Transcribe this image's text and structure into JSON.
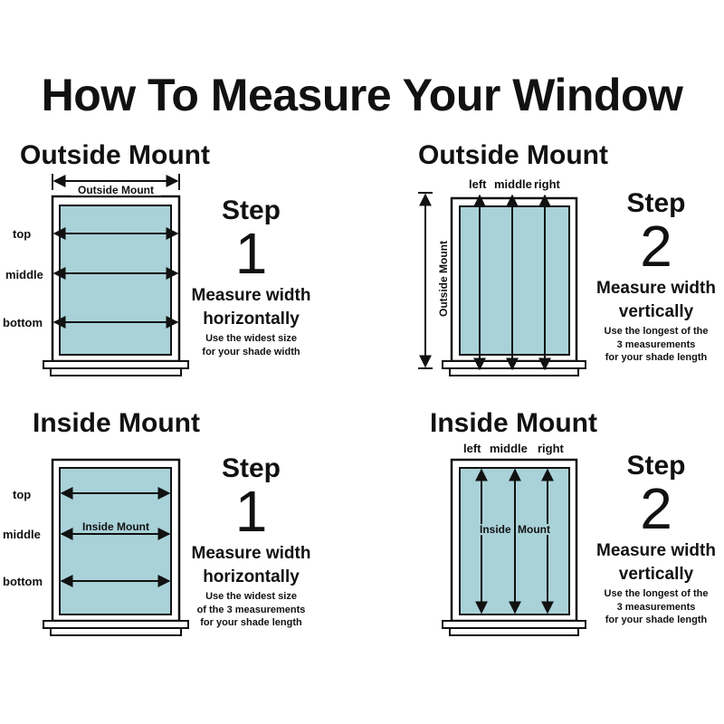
{
  "title": "How To Measure Your Window",
  "colors": {
    "glass": "#a9d2d8",
    "stroke": "#111111"
  },
  "panels": {
    "outside_step1": {
      "heading": "Outside Mount",
      "top_label": "Outside Mount",
      "row_labels": [
        "top",
        "middle",
        "bottom"
      ],
      "step_word": "Step",
      "step_number": "1",
      "instruction_lines": [
        "Measure width",
        "horizontally"
      ],
      "note_lines": [
        "Use the widest size",
        "for your shade width"
      ]
    },
    "outside_step2": {
      "heading": "Outside Mount",
      "column_labels": [
        "left",
        "middle",
        "right"
      ],
      "side_label": "Outside Mount",
      "step_word": "Step",
      "step_number": "2",
      "instruction_lines": [
        "Measure width",
        "vertically"
      ],
      "note_lines": [
        "Use the longest of the",
        "3 measurements",
        "for your shade length"
      ]
    },
    "inside_step1": {
      "heading": "Inside Mount",
      "center_label": "Inside Mount",
      "row_labels": [
        "top",
        "middle",
        "bottom"
      ],
      "step_word": "Step",
      "step_number": "1",
      "instruction_lines": [
        "Measure width",
        "horizontally"
      ],
      "note_lines": [
        "Use the widest size",
        "of the 3 measurements",
        "for your shade length"
      ]
    },
    "inside_step2": {
      "heading": "Inside Mount",
      "column_labels": [
        "left",
        "middle",
        "right"
      ],
      "center_label_parts": [
        "Inside",
        "Mount"
      ],
      "step_word": "Step",
      "step_number": "2",
      "instruction_lines": [
        "Measure width",
        "vertically"
      ],
      "note_lines": [
        "Use the longest of the",
        "3 measurements",
        "for your shade length"
      ]
    }
  }
}
